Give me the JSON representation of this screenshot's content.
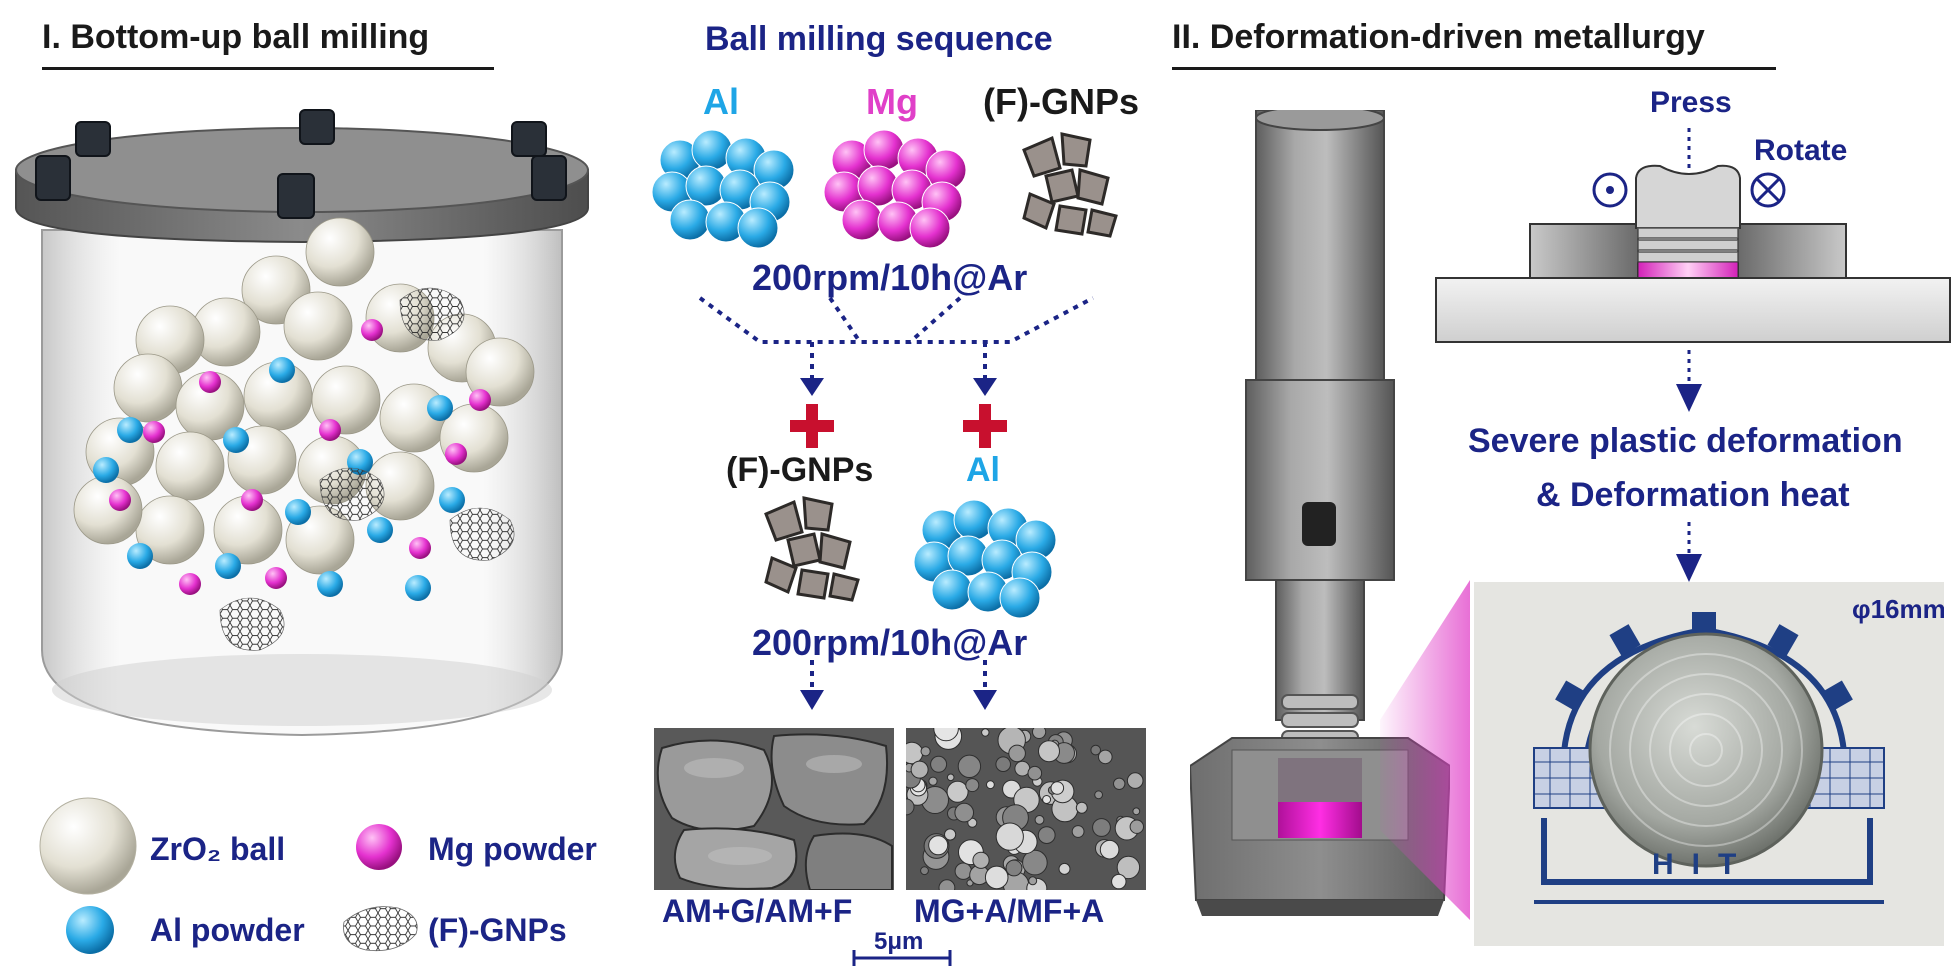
{
  "panel1": {
    "title": "I. Bottom-up ball milling",
    "legend": {
      "zro2_ball": "ZrO₂ ball",
      "mg_powder": "Mg powder",
      "al_powder": "Al powder",
      "gnps": "(F)-GNPs"
    }
  },
  "sequence": {
    "title": "Ball milling sequence",
    "al": "Al",
    "mg": "Mg",
    "gnps": "(F)-GNPs",
    "condition1": "200rpm/10h@Ar",
    "gnps2": "(F)-GNPs",
    "al2": "Al",
    "condition2": "200rpm/10h@Ar",
    "label_left": "AM+G/AM+F",
    "label_right": "MG+A/MF+A",
    "scale_bar": "5μm"
  },
  "panel2": {
    "title": "II. Deformation-driven metallurgy",
    "press": "Press",
    "rotate": "Rotate",
    "spd_line1": "Severe plastic deformation",
    "spd_line2": "& Deformation heat",
    "diameter": "φ16mm",
    "logo_text": "HIT"
  },
  "colors": {
    "navy": "#1b2486",
    "cyan": "#1ea5e6",
    "magenta": "#e040c8",
    "red_plus": "#c8102e"
  }
}
